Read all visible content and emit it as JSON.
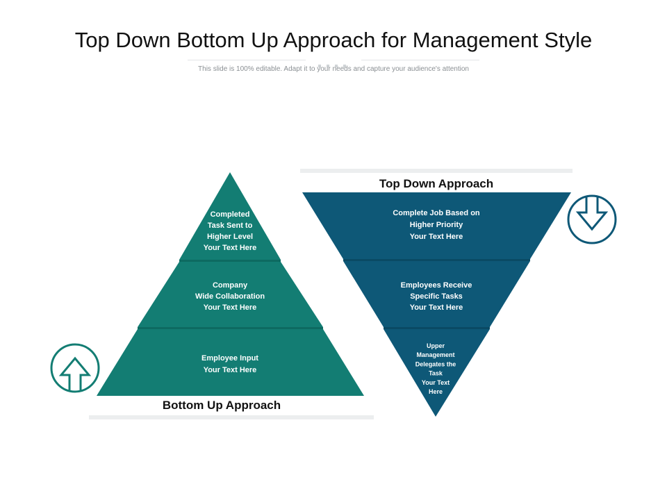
{
  "slide": {
    "title": "Top Down Bottom Up Approach for Management Style",
    "subtitle": "This slide is 100% editable. Adapt it to your needs and capture your audience's attention"
  },
  "colors": {
    "bottom_up_fill": "#137d73",
    "top_down_fill": "#0e5877",
    "up_icon": "#137d73",
    "down_icon": "#0e5877",
    "band": "#eceeef"
  },
  "bottom_up": {
    "heading": "Bottom Up Approach",
    "icon": "arrow-up-circle-icon",
    "tiers": [
      {
        "lines": [
          "Completed",
          "Task Sent to",
          "Higher Level",
          "Your Text Here"
        ]
      },
      {
        "lines": [
          "Company",
          "Wide Collaboration",
          "Your Text Here"
        ]
      },
      {
        "lines": [
          "Employee Input",
          "Your Text Here"
        ]
      }
    ]
  },
  "top_down": {
    "heading": "Top Down Approach",
    "icon": "arrow-down-circle-icon",
    "tiers": [
      {
        "lines": [
          "Complete Job Based on",
          "Higher Priority",
          "Your Text Here"
        ]
      },
      {
        "lines": [
          "Employees Receive",
          "Specific Tasks",
          "Your Text Here"
        ]
      },
      {
        "lines": [
          "Upper",
          "Management",
          "Delegates the",
          "Task",
          "Your Text",
          "Here"
        ]
      }
    ]
  }
}
